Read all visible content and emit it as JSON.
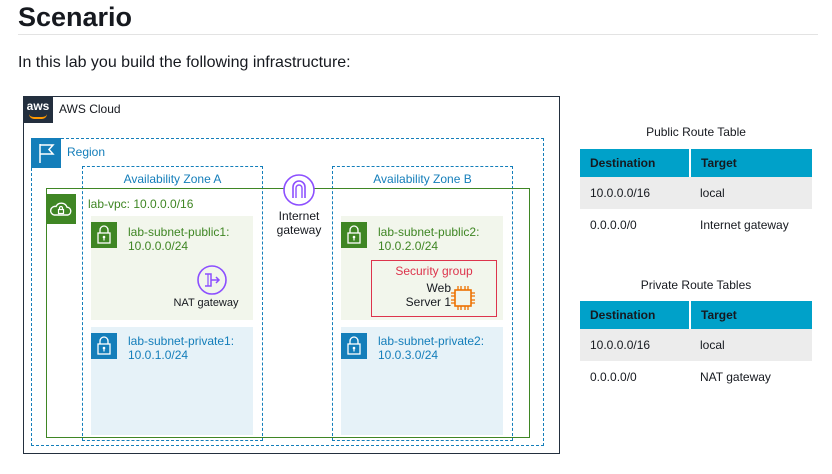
{
  "heading": "Scenario",
  "intro": "In this lab you build the following infrastructure:",
  "diagram": {
    "aws_logo": "aws",
    "cloud_label": "AWS Cloud",
    "region_label": "Region",
    "az_a_label": "Availability Zone A",
    "az_b_label": "Availability Zone B",
    "vpc_label": "lab-vpc: 10.0.0.0/16",
    "internet_gateway": {
      "line1": "Internet",
      "line2": "gateway"
    },
    "subnet_public1": {
      "name": "lab-subnet-public1:",
      "cidr": "10.0.0.0/24"
    },
    "subnet_private1": {
      "name": "lab-subnet-private1:",
      "cidr": "10.0.1.0/24"
    },
    "subnet_public2": {
      "name": "lab-subnet-public2:",
      "cidr": "10.0.2.0/24"
    },
    "subnet_private2": {
      "name": "lab-subnet-private2:",
      "cidr": "10.0.3.0/24"
    },
    "nat_gateway_label": "NAT gateway",
    "security_group_label": "Security group",
    "web_server": {
      "line1": "Web",
      "line2": "Server 1"
    },
    "icons": [
      "aws-logo",
      "region-flag-icon",
      "vpc-cloud-icon",
      "lock-icon",
      "nat-gateway-icon",
      "internet-gateway-icon",
      "ec2-chip-icon"
    ],
    "colors": {
      "aws_dark": "#232f3e",
      "aws_orange": "#ff9900",
      "region_blue": "#147eba",
      "vpc_green": "#3f8624",
      "security_red": "#dd344c",
      "table_header": "#00a1c9"
    }
  },
  "public_route_table": {
    "caption": "Public Route Table",
    "headers": [
      "Destination",
      "Target"
    ],
    "rows": [
      [
        "10.0.0.0/16",
        "local"
      ],
      [
        "0.0.0.0/0",
        "Internet gateway"
      ]
    ]
  },
  "private_route_table": {
    "caption": "Private Route Tables",
    "headers": [
      "Destination",
      "Target"
    ],
    "rows": [
      [
        "10.0.0.0/16",
        "local"
      ],
      [
        "0.0.0.0/0",
        "NAT gateway"
      ]
    ]
  }
}
